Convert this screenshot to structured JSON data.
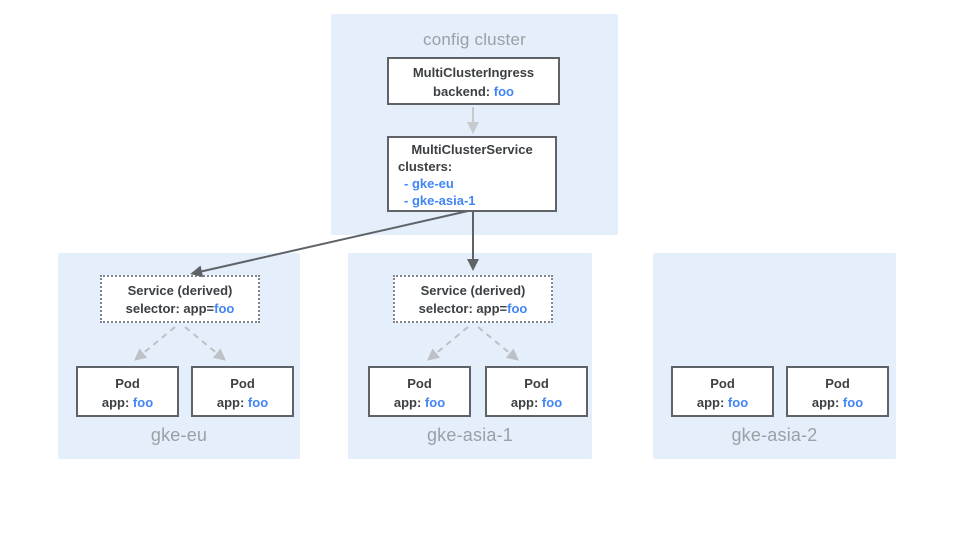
{
  "config_cluster": {
    "label": "config cluster",
    "ingress": {
      "title": "MultiClusterIngress",
      "backend_label": "backend: ",
      "backend_value": "foo"
    },
    "service": {
      "title": "MultiClusterService",
      "clusters_label": "clusters:",
      "cluster_refs": [
        "- gke-eu",
        "- gke-asia-1"
      ]
    }
  },
  "clusters": [
    {
      "name": "gke-eu",
      "service": {
        "title": "Service (derived)",
        "selector_label": "selector: app=",
        "selector_value": "foo"
      },
      "pods": [
        {
          "title": "Pod",
          "app_label": "app: ",
          "app_value": "foo"
        },
        {
          "title": "Pod",
          "app_label": "app: ",
          "app_value": "foo"
        }
      ]
    },
    {
      "name": "gke-asia-1",
      "service": {
        "title": "Service (derived)",
        "selector_label": "selector: app=",
        "selector_value": "foo"
      },
      "pods": [
        {
          "title": "Pod",
          "app_label": "app: ",
          "app_value": "foo"
        },
        {
          "title": "Pod",
          "app_label": "app: ",
          "app_value": "foo"
        }
      ]
    },
    {
      "name": "gke-asia-2",
      "pods": [
        {
          "title": "Pod",
          "app_label": "app: ",
          "app_value": "foo"
        },
        {
          "title": "Pod",
          "app_label": "app: ",
          "app_value": "foo"
        }
      ]
    }
  ],
  "colors": {
    "cluster_bg": "#E4EFFB",
    "box_border": "#5F6368",
    "text_dark": "#3C4043",
    "text_blue": "#4285F4",
    "label_gray": "#9AA0A6",
    "arrow_dark": "#5F6368",
    "arrow_light": "#BDC1C6",
    "connector_light": "#C7CACD"
  }
}
